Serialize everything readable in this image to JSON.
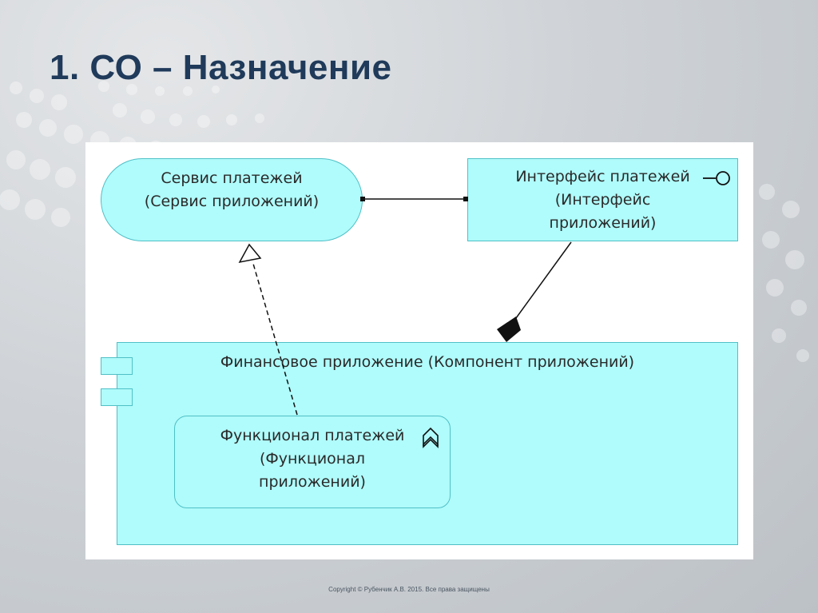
{
  "slide": {
    "title": "1. СО – Назначение",
    "footer": "Copyright © Рубенчик А.В. 2015.  Все права защищены"
  },
  "diagram": {
    "nodes": {
      "service": {
        "lines": [
          "Сервис платежей",
          "(Сервис приложений)"
        ]
      },
      "interface": {
        "lines": [
          "Интерфейс платежей",
          "(Интерфейс",
          "приложений)"
        ],
        "icon": "interface-lollipop-icon"
      },
      "component": {
        "lines": [
          "Финансовое приложение (Компонент приложений)"
        ]
      },
      "function": {
        "lines": [
          "Функционал платежей",
          "(Функционал",
          "приложений)"
        ],
        "icon": "function-chevron-icon"
      }
    },
    "colors": {
      "node_fill": "#b0fbfb",
      "node_border": "#4fc0c7",
      "title": "#1f3a5a"
    }
  }
}
